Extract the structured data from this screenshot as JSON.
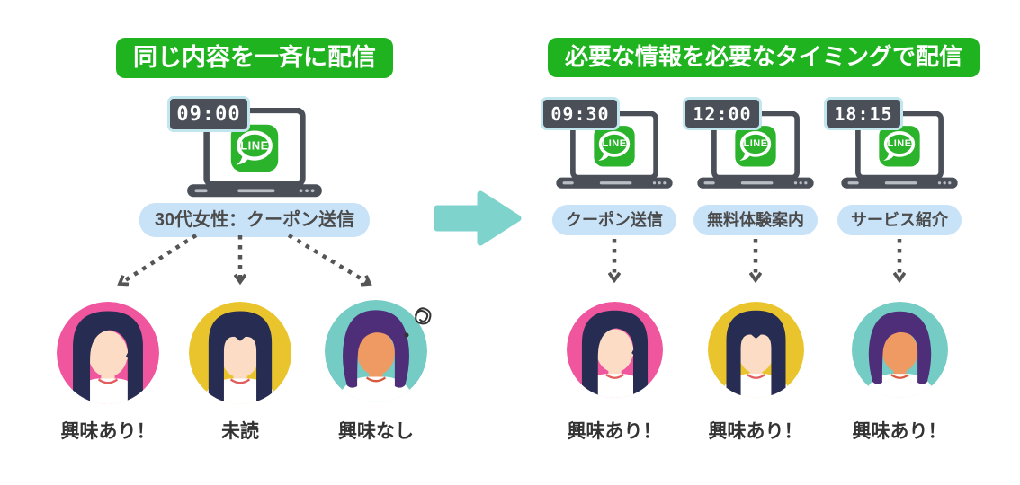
{
  "left_panel": {
    "header": "同じ内容を一斉に配信",
    "clock_time": "09:00",
    "message_label": "30代女性：クーポン送信",
    "recipients": [
      {
        "avatar": "pink-woman",
        "reaction": "興味あり！"
      },
      {
        "avatar": "yellow-woman",
        "reaction": "未読"
      },
      {
        "avatar": "teal-woman",
        "reaction": "興味なし",
        "annotation": "confused-scribble"
      }
    ]
  },
  "right_panel": {
    "header": "必要な情報を必要なタイミングで配信",
    "columns": [
      {
        "clock_time": "09:30",
        "message_label": "クーポン送信",
        "avatar": "pink-woman",
        "reaction": "興味あり！"
      },
      {
        "clock_time": "12:00",
        "message_label": "無料体験案内",
        "avatar": "yellow-woman",
        "reaction": "興味あり！"
      },
      {
        "clock_time": "18:15",
        "message_label": "サービス紹介",
        "avatar": "teal-woman",
        "reaction": "興味あり！"
      }
    ]
  },
  "icons": {
    "line_label": "LINE"
  },
  "colors": {
    "banner_green": "#1fb41f",
    "line_green": "#2bb32b",
    "pill_blue": "#c8e2f8",
    "clock_border": "#c2e6ee",
    "device_gray": "#4a4f58",
    "arrow_teal": "#7ed3cc",
    "avatar_pink": "#f0569e",
    "avatar_yellow": "#eac42d",
    "avatar_teal": "#74ccc5",
    "hair_navy": "#272c52",
    "hair_purple": "#4e2d79",
    "text_dark": "#333333"
  }
}
